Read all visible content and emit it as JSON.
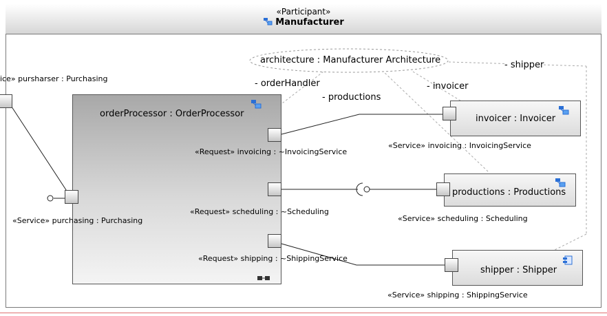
{
  "frame": {
    "stereotype": "«Participant»",
    "title": "Manufacturer"
  },
  "collaboration": {
    "label": "architecture : Manufacturer Architecture"
  },
  "roles": {
    "orderHandler": "- orderHandler",
    "productions": "- productions",
    "invoicer": "- invoicer",
    "shipper": "- shipper"
  },
  "parts": {
    "order_processor": "orderProcessor : OrderProcessor",
    "invoicer": "invoicer : Invoicer",
    "productions": "productions : Productions",
    "shipper": "shipper : Shipper"
  },
  "ports": {
    "purchaser": "ice» pursharser : Purchasing",
    "purchasing": "«Service» purchasing : Purchasing",
    "req_invoicing": "«Request» invoicing : ~InvoicingService",
    "req_scheduling": "«Request» scheduling : ~Scheduling",
    "req_shipping": "«Request» shipping : ~ShippingService",
    "svc_invoicing": "«Service» invoicing : InvoicingService",
    "svc_scheduling": "«Service» scheduling : Scheduling",
    "svc_shipping": "«Service» shipping : ShippingService"
  },
  "icons": {
    "participant": "participant-icon",
    "component": "component-icon",
    "structure": "structure-icon"
  },
  "colors": {
    "frame_border": "#7a7a7a",
    "part_border": "#555555",
    "dashed": "#aaaaaa",
    "icon_blue": "#2a6fd6"
  }
}
